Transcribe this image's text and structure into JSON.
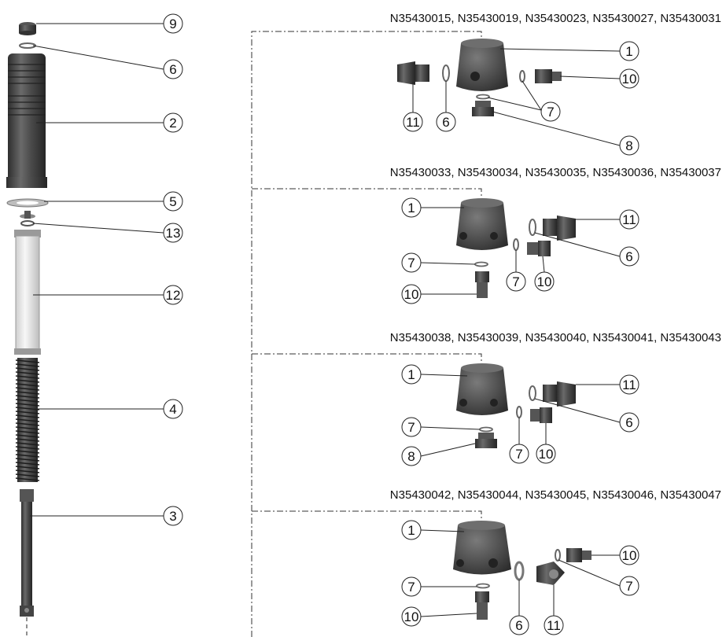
{
  "diagram": {
    "groups": [
      {
        "header": "N35430015, N35430019, N35430023, N35430027, N35430031"
      },
      {
        "header": "N35430033, N35430034, N35430035, N35430036, N35430037"
      },
      {
        "header": "N35430038, N35430039, N35430040, N35430041, N35430043"
      },
      {
        "header": "N35430042, N35430044, N35430045, N35430046, N35430047"
      }
    ],
    "column_callouts": [
      "9",
      "6",
      "2",
      "5",
      "13",
      "12",
      "4",
      "3"
    ],
    "group_callouts": [
      [
        "1",
        "10",
        "7",
        "8",
        "11",
        "6"
      ],
      [
        "1",
        "11",
        "6",
        "7",
        "7",
        "10",
        "10"
      ],
      [
        "1",
        "11",
        "6",
        "7",
        "8",
        "7",
        "10"
      ],
      [
        "1",
        "10",
        "7",
        "7",
        "10",
        "6",
        "11"
      ]
    ],
    "colors": {
      "part_dark": "#4a4a4a",
      "part_light": "#ececec",
      "line": "#222222"
    }
  }
}
